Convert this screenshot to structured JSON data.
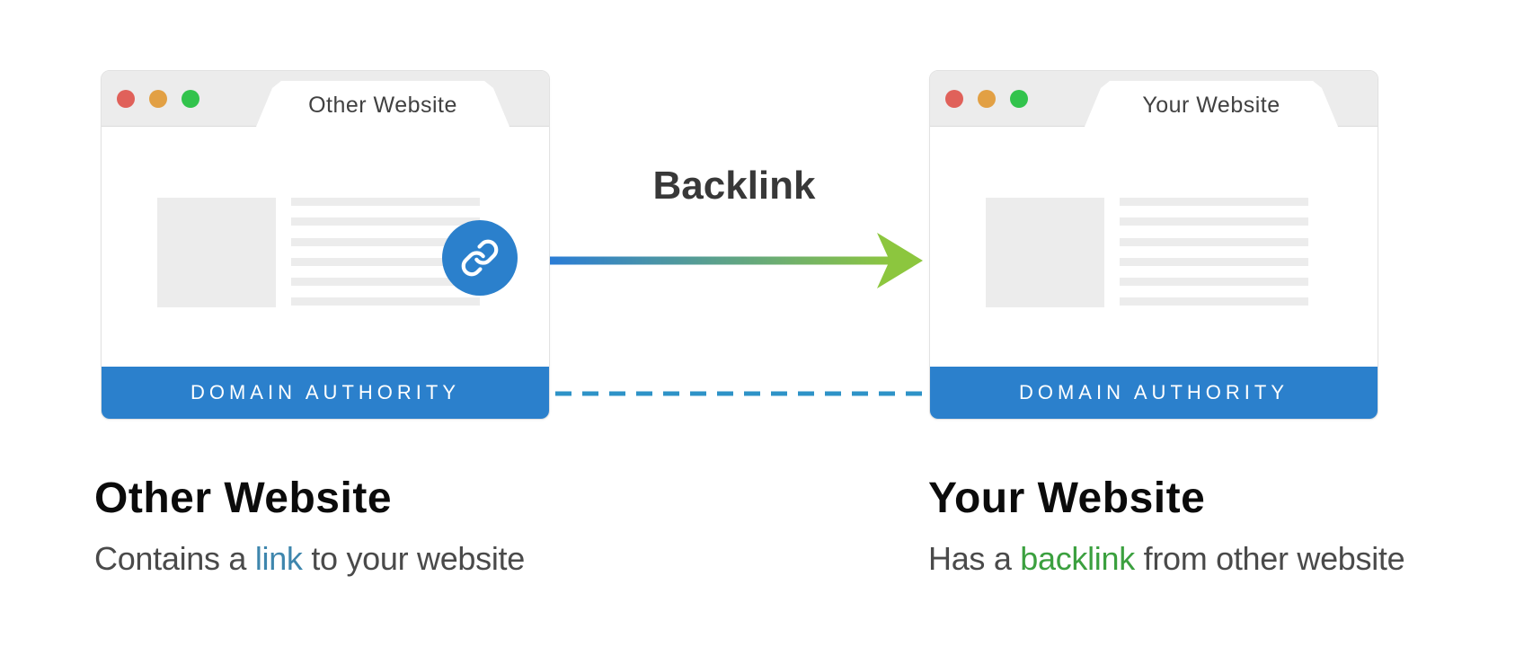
{
  "diagram": {
    "arrow": {
      "label": "Backlink",
      "direction": "left-to-right",
      "gradient_from": "#2b7dd6",
      "gradient_to": "#8dc63f"
    },
    "dashed_connector": {
      "color": "#2e93c7",
      "connects": "domain-authority-bars"
    },
    "window_other": {
      "tab_title": "Other Website",
      "bar_label": "DOMAIN AUTHORITY",
      "bar_color": "#2b80cc",
      "traffic_lights": [
        "#e0615a",
        "#e2a044",
        "#32c34c"
      ],
      "link_icon": "chain-link-icon",
      "link_icon_bg": "#2b80cc"
    },
    "window_your": {
      "tab_title": "Your Website",
      "bar_label": "DOMAIN AUTHORITY",
      "bar_color": "#2b80cc",
      "traffic_lights": [
        "#e0615a",
        "#e2a044",
        "#32c34c"
      ]
    },
    "caption_other": {
      "title": "Other Website",
      "body_prefix": "Contains a ",
      "highlight": "link",
      "highlight_color": "#3e86ad",
      "body_suffix": " to your website"
    },
    "caption_your": {
      "title": "Your Website",
      "body_prefix": "Has a ",
      "highlight": "backlink",
      "highlight_color": "#3ba03f",
      "body_suffix": " from other website"
    }
  }
}
